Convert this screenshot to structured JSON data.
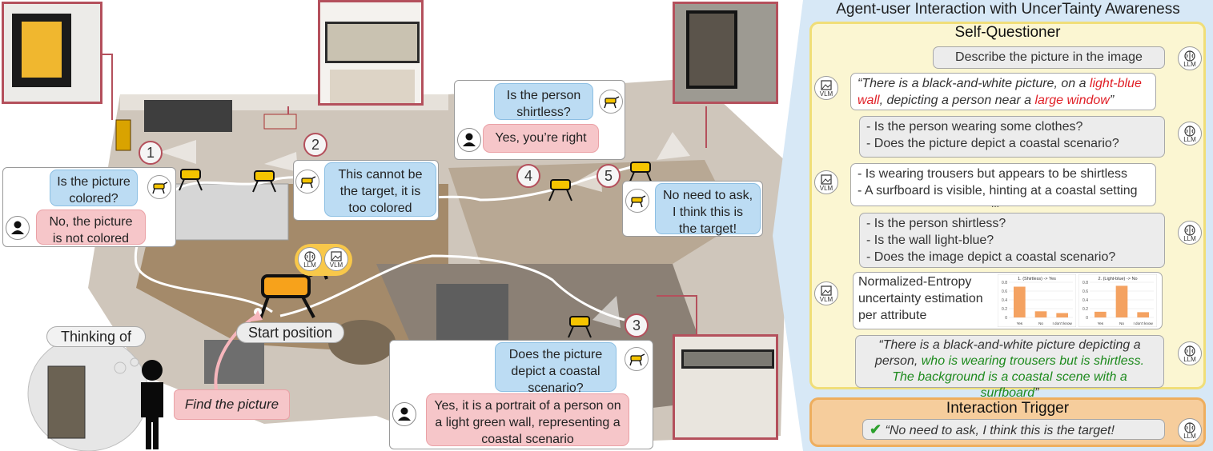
{
  "scene": {
    "waypoints": [
      "1",
      "2",
      "3",
      "4",
      "5"
    ],
    "start_label": "Start position",
    "thinking_label": "Thinking of",
    "find_label": "Find the picture",
    "agent_badges": {
      "llm": "LLM",
      "vlm": "VLM"
    }
  },
  "dialogs": {
    "d1": {
      "question": "Is the picture colored?",
      "answer": "No, the picture is not colored"
    },
    "d2": {
      "statement": "This cannot be the target, it is too colored"
    },
    "d4": {
      "question": "Is the person shirtless?",
      "answer": "Yes, you’re right"
    },
    "d5": {
      "statement": "No need to ask, I think this is the target!"
    },
    "d3": {
      "question": "Does the picture depict a coastal scenario?",
      "answer": "Yes, it is a portrait of a person on a light green wall, representing a coastal scenario"
    }
  },
  "panel": {
    "title": "Agent-user Interaction with UncerTainty Awareness",
    "self_questioner": {
      "title": "Self-Questioner",
      "prompt": "Describe the picture in the image",
      "vlm_caption": {
        "p1": "“There is a black-and-white picture, on a ",
        "h1": "light-blue",
        "p2": "wall",
        "p3": ", depicting a person near a ",
        "h2": "large window",
        "p4": "”"
      },
      "llm_q1": [
        "- Is the person wearing some clothes?",
        "- Does the picture depict a coastal scenario?"
      ],
      "vlm_a1": [
        "-  Is wearing trousers but appears to be shirtless",
        "-  A surfboard is visible, hinting at a coastal setting"
      ],
      "llm_q2": [
        "-  Is the person shirtless?",
        "-  Is the wall light-blue?",
        "-  Does the image depict a coastal scenario?"
      ],
      "entropy_text": [
        "Normalized-Entropy",
        "uncertainty estimation",
        "per attribute"
      ],
      "final": {
        "p1": "“There is a black-and-white picture depicting a person, ",
        "g1": "who is wearing trousers but is shirtless. The background is a coastal scene with a surfboard",
        "p2": "”"
      },
      "ellipsis": "..."
    },
    "interaction_trigger": {
      "title": "Interaction Trigger",
      "text": "“No need to ask, I think this is the target!"
    },
    "icons": {
      "llm": "LLM",
      "vlm": "VLM"
    }
  },
  "chart_data": [
    {
      "type": "bar",
      "title": "1. (Shirtless) -> Yes",
      "categories": [
        "Yes",
        "No",
        "I don't know"
      ],
      "values": [
        0.7,
        0.14,
        0.1
      ],
      "ylim": [
        0,
        0.8
      ],
      "yticks": [
        "0",
        "0.2",
        "0.4",
        "0.6",
        "0.8"
      ],
      "color": "#f4a261"
    },
    {
      "type": "bar",
      "title": "2. (Light-blue) -> No",
      "categories": [
        "Yes",
        "No",
        "I don't know"
      ],
      "values": [
        0.13,
        0.72,
        0.12
      ],
      "ylim": [
        0,
        0.8
      ],
      "yticks": [
        "0",
        "0.2",
        "0.4",
        "0.6",
        "0.8"
      ],
      "color": "#f4a261"
    }
  ],
  "colors": {
    "frame_red": "#b4505c",
    "blue_bubble": "#bcdcf3",
    "pink_bubble": "#f6c6c9",
    "panel_blue": "#d7e8f6",
    "self_questioner_bg": "#fbf6d2",
    "trigger_bg": "#f6cd9c",
    "highlight_red": "#e01f26",
    "highlight_green": "#1d8a1d"
  }
}
